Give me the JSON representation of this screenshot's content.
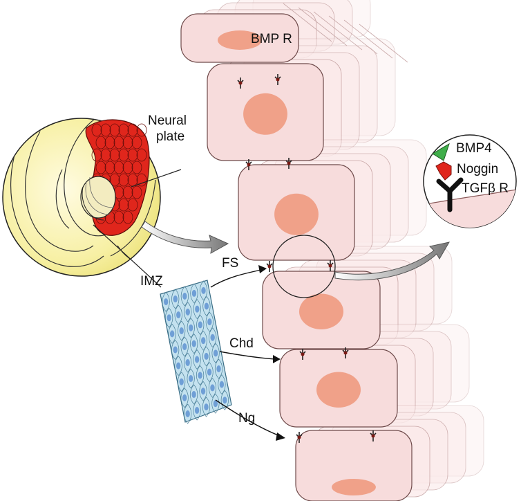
{
  "labels": {
    "neural_plate_line1": "Neural",
    "neural_plate_line2": "plate",
    "bmp_r": "BMP R",
    "imz": "IMZ",
    "fs": "FS",
    "chd": "Chd",
    "ng": "Ng"
  },
  "legend": {
    "bmp4": "BMP4",
    "noggin": "Noggin",
    "tgfb_r": "TGFβ R"
  },
  "colors": {
    "embryo_fill": "#f6ef9a",
    "neural_plate": "#e0261c",
    "cell_fill": "#f7dcdc",
    "nucleus": "#ee9a80",
    "imz_fill": "#c4e2ef",
    "imz_nucleus": "#6f9fd6",
    "bmp4_green": "#3fae4a",
    "noggin_red": "#e0261c",
    "receptor_black": "#111111"
  }
}
